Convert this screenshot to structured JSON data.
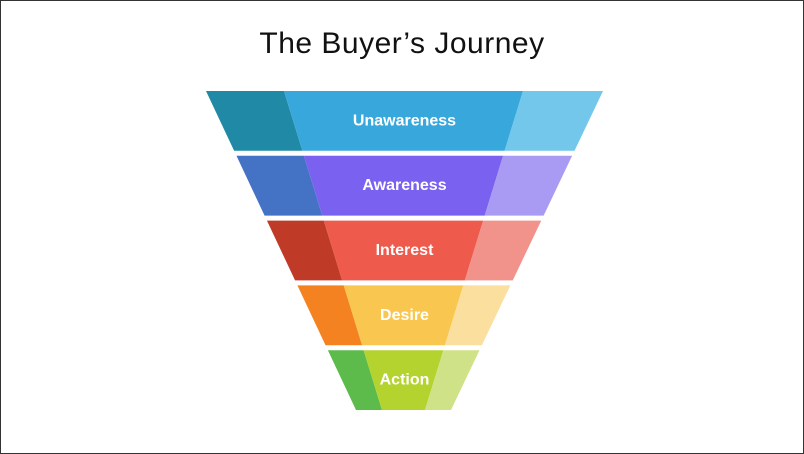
{
  "title": "The Buyer’s Journey",
  "funnel": {
    "label_color": "#FFFFFF",
    "stages": [
      {
        "label": "Unawareness",
        "dark": "#1F89A6",
        "main": "#38A8DC",
        "light": "#72C7EB"
      },
      {
        "label": "Awareness",
        "dark": "#4472C4",
        "main": "#7B61F0",
        "light": "#A99BF3"
      },
      {
        "label": "Interest",
        "dark": "#C03A28",
        "main": "#EE5A4B",
        "light": "#F1938A"
      },
      {
        "label": "Desire",
        "dark": "#F58220",
        "main": "#F9C74F",
        "light": "#FBDF9E"
      },
      {
        "label": "Action",
        "dark": "#5CBB4A",
        "main": "#B5D32F",
        "light": "#CFE287"
      }
    ]
  }
}
